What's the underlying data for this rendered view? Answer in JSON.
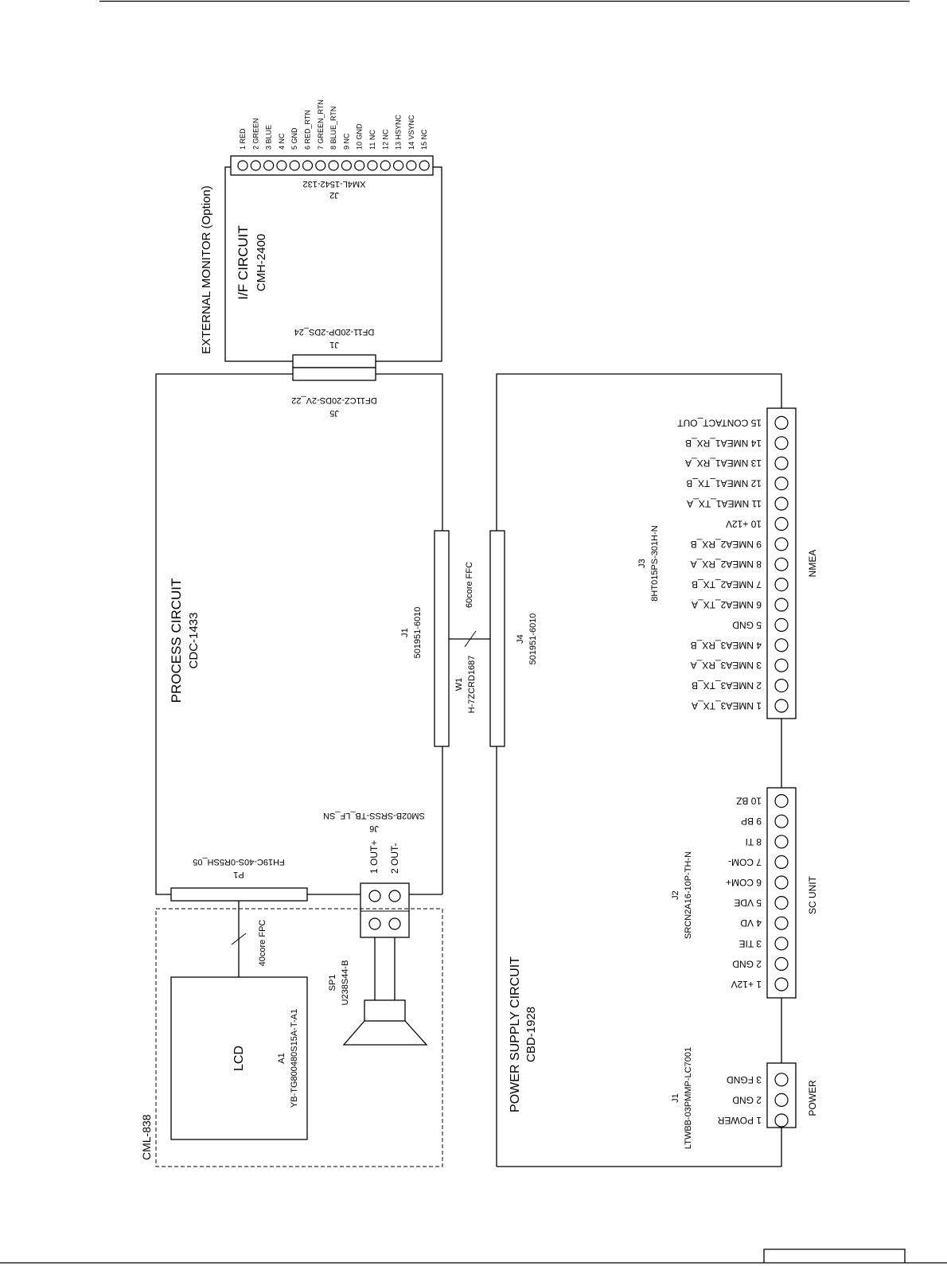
{
  "ext_monitor": {
    "title": "EXTERNAL MONITOR (Option)",
    "board_name": "I/F CIRCUIT",
    "board_code": "CMH-2400",
    "j2_ref": "J2",
    "j2_part": "XM4L-1542-132",
    "j1_ref": "J1",
    "j1_part": "DF11-20DP-2DS_24",
    "pins": [
      "1 RED",
      "2 GREEN",
      "3 BLUE",
      "4 NC",
      "5 GND",
      "6 RED_RTN",
      "7 GREEN_RTN",
      "8 BLUE_RTN",
      "9 NC",
      "10 GND",
      "11 NC",
      "12 NC",
      "13 HSYNC",
      "14 VSYNC",
      "15 NC"
    ]
  },
  "process": {
    "board_name": "PROCESS CIRCUIT",
    "board_code": "CDC-1433",
    "j5_ref": "J5",
    "j5_part": "DF11CZ-20DS-2V_22",
    "j1_ref": "J1",
    "j1_part": "501951-6010",
    "j6_ref": "J6",
    "j6_part": "SM02B-SRSS-TB_LF_SN",
    "j6_pin1": "1 OUT+",
    "j6_pin2": "2 OUT-",
    "p1_ref": "P1",
    "p1_part": "FH19C-40S-0R5SH_05"
  },
  "cable": {
    "type_label": "60core FFC",
    "ref": "W1",
    "part": "H-7ZCRD1687"
  },
  "cml": {
    "label": "CML-838",
    "fpc_label": "40core FPC",
    "lcd_label": "LCD",
    "lcd_ref": "A1",
    "lcd_part": "YB-TG800480S15A-T-A1",
    "sp_ref": "SP1",
    "sp_part": "U238S44-B"
  },
  "power": {
    "board_name": "POWER SUPPLY CIRCUIT",
    "board_code": "CBD-1928",
    "j4_ref": "J4",
    "j4_part": "501951-6010",
    "j3_ref": "J3",
    "j3_part": "8HT015PS-301H-N",
    "j3_label": "NMEA",
    "j3_pins": [
      "1 NMEA3_TX_A",
      "2 NMEA3_TX_B",
      "3 NMEA3_RX_A",
      "4 NMEA3_RX_B",
      "5 GND",
      "6 NMEA2_TX_A",
      "7 NMEA2_TX_B",
      "8 NMEA2_RX_A",
      "9 NMEA2_RX_B",
      "10 +12V",
      "11 NMEA1_TX_A",
      "12 NMEA1_TX_B",
      "13 NMEA1_RX_A",
      "14 NMEA1_RX_B",
      "15 CONTACT_OUT"
    ],
    "j2_ref": "J2",
    "j2_part": "SRCN2A16-10P-TH-N",
    "j2_label": "SC UNIT",
    "j2_pins": [
      "1 +12V",
      "2 GND",
      "3 TIE",
      "4 VD",
      "5 VDE",
      "6 COM+",
      "7 COM-",
      "8 TI",
      "9 BP",
      "10 BZ"
    ],
    "j1_ref": "J1",
    "j1_part": "LTWBB-03PMMP-LC7001",
    "j1_label": "POWER",
    "j1_pins": [
      "1 POWER",
      "2 GND",
      "3 FGND"
    ]
  }
}
